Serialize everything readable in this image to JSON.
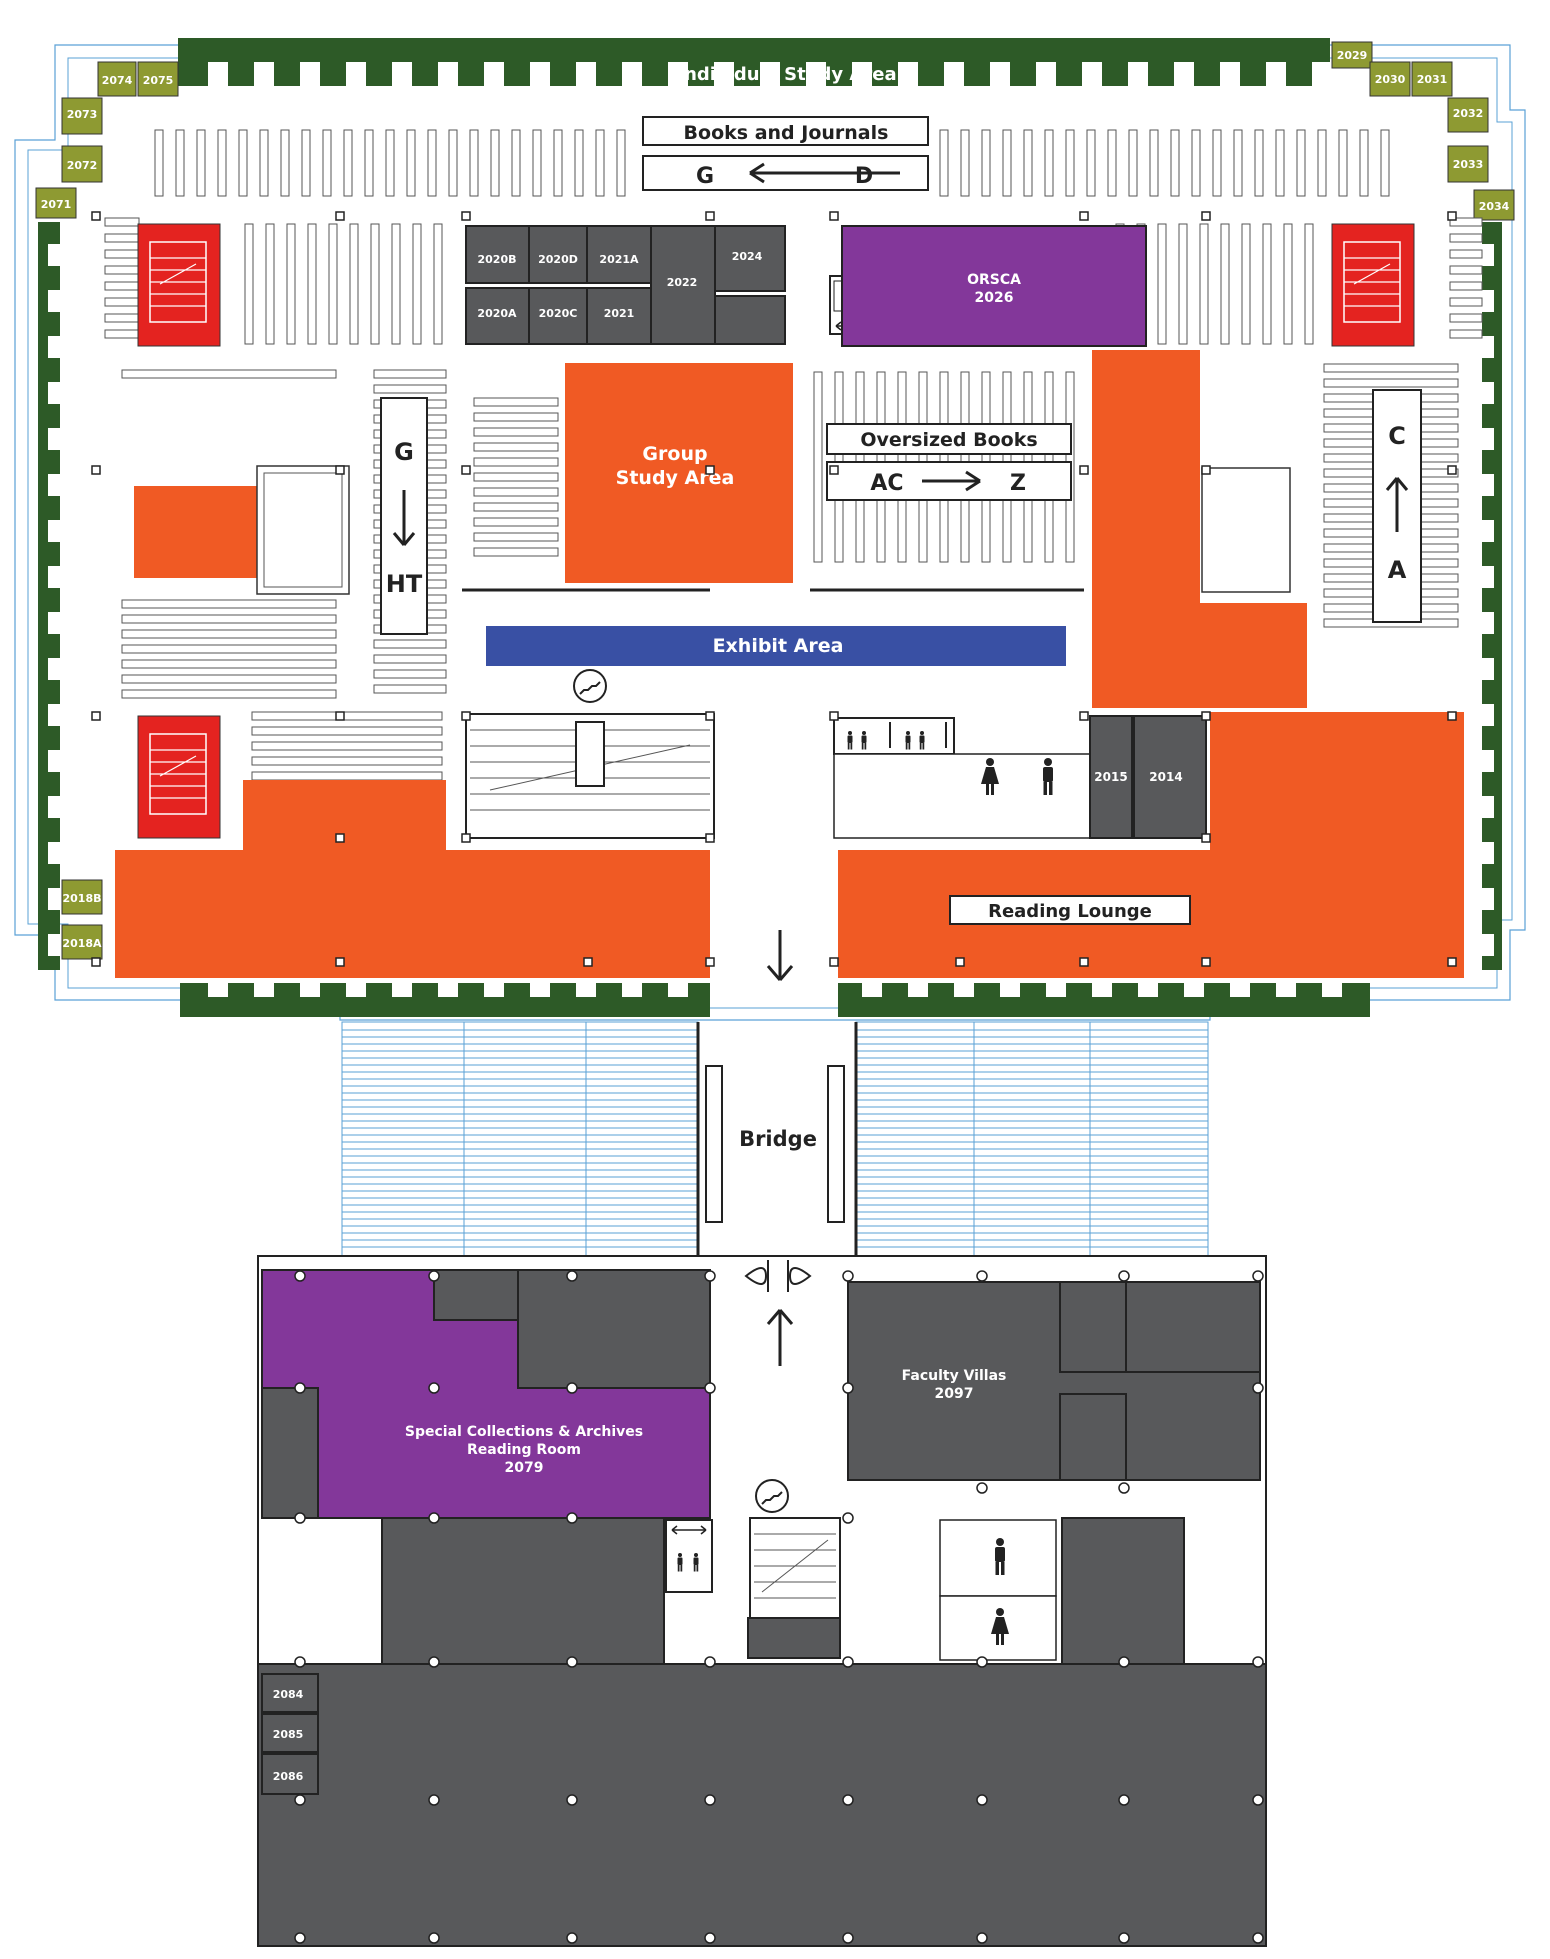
{
  "colors": {
    "green": "#2d5a27",
    "olive": "#8e9a32",
    "orange": "#f05a24",
    "purple": "#83379a",
    "blue": "#3950a4",
    "red": "#e42320",
    "gray": "#58595b",
    "lightblue": "#5aa1d6"
  },
  "areas": {
    "individual_study": "Individual Study Area",
    "books_journals": "Books and Journals",
    "books_range_from": "G",
    "books_range_to": "D",
    "group_study_1": "Group",
    "group_study_2": "Study Area",
    "oversized": "Oversized Books",
    "oversized_from": "AC",
    "oversized_to": "Z",
    "exhibit": "Exhibit Area",
    "reading_lounge": "Reading Lounge",
    "bridge": "Bridge",
    "orsca_name": "ORSCA",
    "orsca_num": "2026",
    "faculty_name": "Faculty Villas",
    "faculty_num": "2097",
    "special_1": "Special Collections & Archives",
    "special_2": "Reading Room",
    "special_3": "2079"
  },
  "stacks_labels": {
    "left_top": "G",
    "left_bottom": "HT",
    "right_top": "C",
    "right_bottom": "A"
  },
  "rooms": {
    "r2020B": "2020B",
    "r2020D": "2020D",
    "r2021A": "2021A",
    "r2022": "2022",
    "r2024": "2024",
    "r2020A": "2020A",
    "r2020C": "2020C",
    "r2021": "2021",
    "r2015": "2015",
    "r2014": "2014",
    "r2084": "2084",
    "r2085": "2085",
    "r2086": "2086"
  },
  "corner_rooms": {
    "r2074": "2074",
    "r2075": "2075",
    "r2073": "2073",
    "r2072": "2072",
    "r2071": "2071",
    "r2029": "2029",
    "r2030": "2030",
    "r2031": "2031",
    "r2032": "2032",
    "r2033": "2033",
    "r2034": "2034",
    "r2018B": "2018B",
    "r2018A": "2018A"
  }
}
